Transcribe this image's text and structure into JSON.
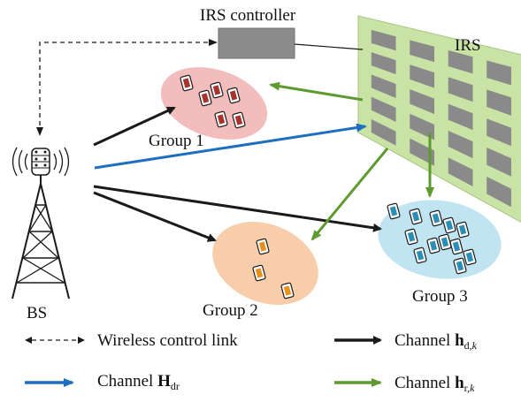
{
  "labels": {
    "irs_controller": "IRS controller",
    "irs": "IRS",
    "bs": "BS",
    "group1": "Group 1",
    "group2": "Group 2",
    "group3": "Group 3"
  },
  "legend": {
    "wireless": "Wireless control link",
    "channel_word": "Channel",
    "hdk_symbol": "h",
    "hdk_sub": "d,",
    "hdk_sub_k": "k",
    "hdr_symbol": "H",
    "hdr_sub": "dr",
    "hrk_symbol": "h",
    "hrk_sub": "r,",
    "hrk_sub_k": "k"
  },
  "colors": {
    "group1_fill": "#f2b6b6",
    "group2_fill": "#f7c8a0",
    "group3_fill": "#b9e1ef",
    "irs_panel": "#c9e3a4",
    "irs_element": "#8a8a8a",
    "controller": "#8c8c8c",
    "arrow_black": "#1a1a1a",
    "arrow_blue": "#1f6fbf",
    "arrow_green": "#5e9a2f",
    "phone_group1": "#a8322d",
    "phone_group2": "#e8901e",
    "phone_group3": "#2d8eb5"
  }
}
